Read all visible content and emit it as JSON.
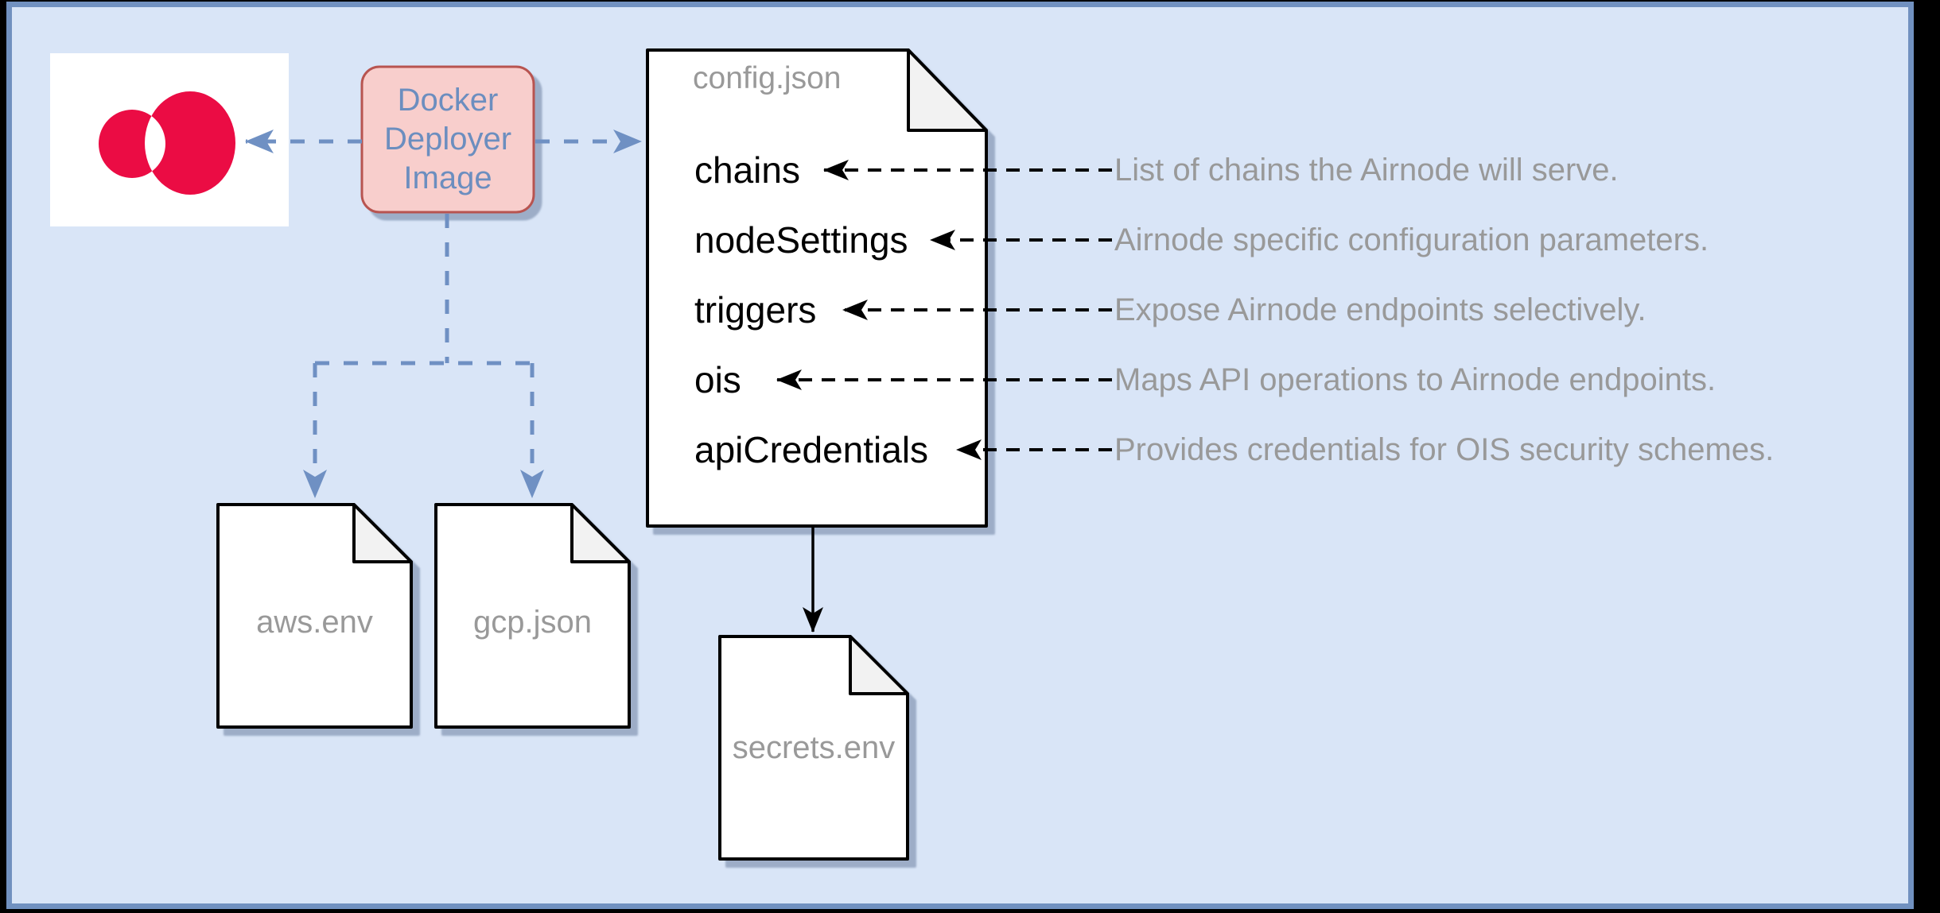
{
  "canvas": {
    "background_color": "#d9e5f7",
    "frame_border_color": "#7191c0",
    "outer_frame_color": "#000000"
  },
  "logo": {
    "name": "airnode-logo",
    "color": "#eb0c44",
    "backdrop_color": "#ffffff"
  },
  "deployer_box": {
    "label": "Docker\nDeployer\nImage",
    "fill": "#f8cecc",
    "stroke": "#b85450",
    "text_color": "#6c8ebf"
  },
  "connector_colors": {
    "blue_dashed": "#6f90c3",
    "black": "#000000"
  },
  "config_doc": {
    "title": "config.json",
    "items": [
      {
        "name": "chains",
        "description": "List of chains the Airnode will serve."
      },
      {
        "name": "nodeSettings",
        "description": "Airnode specific configuration parameters."
      },
      {
        "name": "triggers",
        "description": "Expose Airnode endpoints selectively."
      },
      {
        "name": "ois",
        "description": "Maps API operations to Airnode endpoints."
      },
      {
        "name": "apiCredentials",
        "description": "Provides credentials for OIS security schemes."
      }
    ]
  },
  "files": [
    {
      "label": "aws.env"
    },
    {
      "label": "gcp.json"
    },
    {
      "label": "secrets.env"
    }
  ]
}
